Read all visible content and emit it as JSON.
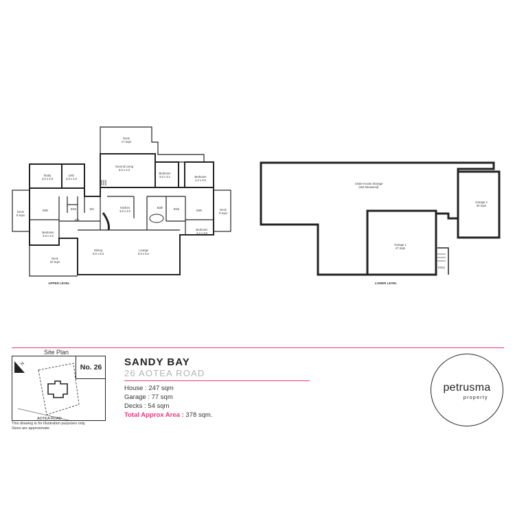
{
  "floor_plan": {
    "upper_level_label": "UPPER LEVEL",
    "lower_level_label": "LOWER LEVEL",
    "upper_rooms": [
      {
        "name": "Deck",
        "dims": "17 Sqm"
      },
      {
        "name": "Second Living",
        "dims": "5.5 x 4.3"
      },
      {
        "name": "Bedroom",
        "dims": "3.0 x 3.1"
      },
      {
        "name": "Bedroom",
        "dims": "4.2 x 3.0"
      },
      {
        "name": "Study",
        "dims": "3.0 x 2.9"
      },
      {
        "name": "LNG",
        "dims": "3.0 x 2.0"
      },
      {
        "name": "WIR",
        "dims": ""
      },
      {
        "name": "ENS",
        "dims": ""
      },
      {
        "name": "WC",
        "dims": ""
      },
      {
        "name": "B/R",
        "dims": ""
      },
      {
        "name": "Kitchen",
        "dims": "3.6 x 4.0"
      },
      {
        "name": "Bath",
        "dims": ""
      },
      {
        "name": "ENS",
        "dims": ""
      },
      {
        "name": "WIR",
        "dims": ""
      },
      {
        "name": "Deck",
        "dims": "8 Sqm"
      },
      {
        "name": "Deck",
        "dims": "9 Sqm"
      },
      {
        "name": "Bedroom",
        "dims": "3.6 x 3.2"
      },
      {
        "name": "Bedroom",
        "dims": "3.2 x 3.6"
      },
      {
        "name": "Dining",
        "dims": "6.0 x 6.3"
      },
      {
        "name": "Lounge",
        "dims": "9.0 x 6.2"
      },
      {
        "name": "Deck",
        "dims": "20 Sqm"
      }
    ],
    "lower_rooms": [
      {
        "name": "Under House Storage",
        "dims": "(Not Measured)"
      },
      {
        "name": "Garage 2",
        "dims": "30 Sqm"
      },
      {
        "name": "Garage 1",
        "dims": "47 Sqm"
      },
      {
        "name": "Entry",
        "dims": ""
      }
    ]
  },
  "site_plan": {
    "title": "Site Plan",
    "lot_number": "No. 26",
    "road_label": "AOTEA ROAD",
    "north_label": "N",
    "disclaimer_line1": "This drawing is for illustration purposes only.",
    "disclaimer_line2": "Sizes are approximate."
  },
  "property": {
    "suburb": "SANDY BAY",
    "address": "26 AOTEA ROAD",
    "house": "House : 247 sqm",
    "garage": "Garage : 77 sqm",
    "decks": "Decks : 54 sqm",
    "total_label": "Total Approx Area :",
    "total_value": " 378 sqm."
  },
  "logo": {
    "wordmark": "petrusma",
    "tagline": "property"
  },
  "colors": {
    "accent": "#e6397a",
    "line": "#222222",
    "subtitle_grey": "#b3b3b3"
  }
}
